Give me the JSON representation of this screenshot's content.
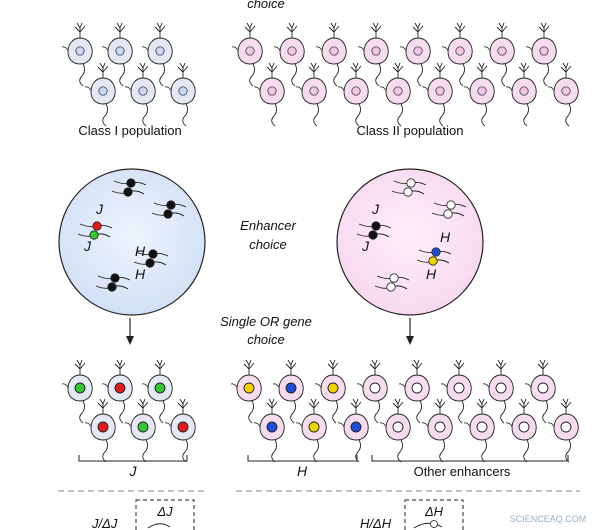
{
  "labels": {
    "top_choice": "choice",
    "class1_population": "Class I population",
    "class2_population": "Class II population",
    "enhancer_choice_line1": "Enhancer",
    "enhancer_choice_line2": "choice",
    "single_or_line1": "Single OR gene",
    "single_or_line2": "choice",
    "bracket_j": "J",
    "bracket_h": "H",
    "bracket_other": "Other enhancers",
    "bottom_left_ratio": "J/ΔJ",
    "bottom_left_box": "ΔJ",
    "bottom_right_ratio": "H/ΔH",
    "bottom_right_box": "ΔH",
    "watermark": "SCIENCEAQ.COM"
  },
  "circle_left": {
    "labels": [
      "J",
      "J",
      "H",
      "H"
    ]
  },
  "circle_right": {
    "labels": [
      "J",
      "J",
      "H",
      "H"
    ]
  },
  "colors": {
    "class1_cell_fill": "#e4e8f5",
    "class1_nucleus": "#c8d8f2",
    "class2_cell_fill": "#f7dcee",
    "class2_nucleus": "#f5c4e2",
    "circle_left_fill": "#dce8f8",
    "circle_right_fill": "#fbe4f4",
    "red": "#e01b1b",
    "green": "#35c535",
    "yellow": "#f0d400",
    "blue": "#1e4ed8",
    "black": "#111111",
    "white": "#ffffff"
  },
  "bottom_rows": {
    "left_row1": [
      "green",
      "red",
      "green"
    ],
    "left_row2": [
      "red",
      "green",
      "red"
    ],
    "right_row1": [
      "yellow",
      "blue",
      "yellow",
      "white",
      "white",
      "white",
      "white",
      "white"
    ],
    "right_row2": [
      "blue",
      "yellow",
      "blue",
      "white",
      "white",
      "white",
      "white",
      "white"
    ]
  }
}
